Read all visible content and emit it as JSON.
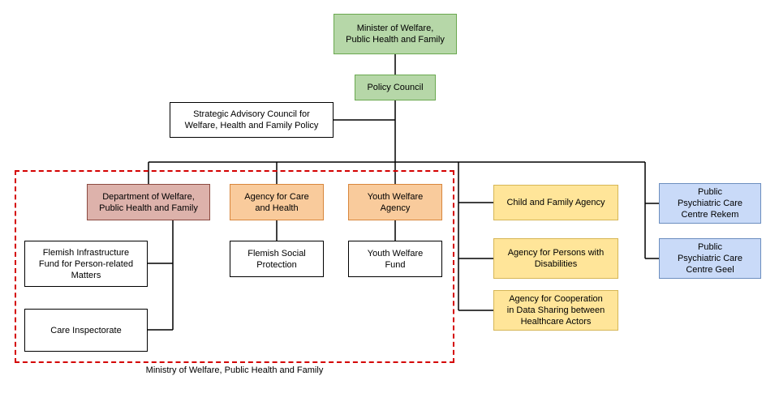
{
  "diagram": {
    "caption": "Ministry of Welfare, Public Health and Family",
    "nodes": {
      "minister": {
        "label": "Minister of Welfare,\nPublic Health and Family"
      },
      "policy_council": {
        "label": "Policy Council"
      },
      "strategic_advisory": {
        "label": "Strategic Advisory Council for\nWelfare, Health and Family Policy"
      },
      "department": {
        "label": "Department of Welfare,\nPublic Health and Family"
      },
      "care_health": {
        "label": "Agency for Care\nand Health"
      },
      "youth_agency": {
        "label": "Youth Welfare\nAgency"
      },
      "flemish_infra": {
        "label": "Flemish Infrastructure\nFund for Person-related\nMatters"
      },
      "care_inspectorate": {
        "label": "Care Inspectorate"
      },
      "flemish_social": {
        "label": "Flemish Social\nProtection"
      },
      "youth_fund": {
        "label": "Youth Welfare\nFund"
      },
      "child_family": {
        "label": "Child and Family Agency"
      },
      "persons_disabilities": {
        "label": "Agency for Persons with\nDisabilities"
      },
      "cooperation": {
        "label": "Agency for Cooperation\nin Data Sharing between\nHealthcare Actors"
      },
      "ppc_rekem": {
        "label": "Public\nPsychiatric Care\nCentre Rekem"
      },
      "ppc_geel": {
        "label": "Public\nPsychiatric Care\nCentre Geel"
      }
    },
    "colors": {
      "green-fill": "#b6d7a8",
      "green-border": "#6aa84f",
      "red-fill": "#ddb2ab",
      "red-border": "#8c4a41",
      "orange-fill": "#f9cb9c",
      "orange-border": "#d8863c",
      "yellow-fill": "#ffe599",
      "yellow-border": "#d6b656",
      "blue-fill": "#c9daf8",
      "blue-border": "#6c8ebf",
      "plain-fill": "#ffffff",
      "plain-border": "#000000",
      "line": "#000000",
      "group-outline": "#d40000"
    }
  }
}
